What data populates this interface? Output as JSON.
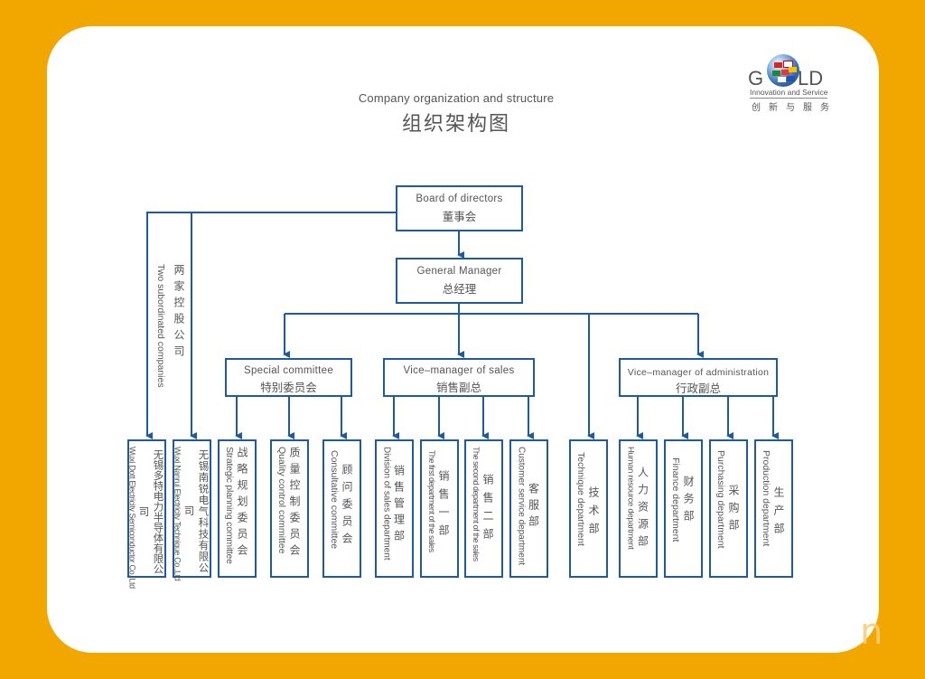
{
  "colors": {
    "background": "#f2a600",
    "card": "#ffffff",
    "line": "#1d5a9e",
    "text": "#555555"
  },
  "logo": {
    "left": "G",
    "right": "LD",
    "tagline_en": "Innovation and Service",
    "tagline_cn": "创新与服务"
  },
  "title": {
    "en": "Company organization and structure",
    "cn": "组织架构图"
  },
  "watermark": "n",
  "nodes": {
    "board": {
      "en": "Board of directors",
      "cn": "董事会"
    },
    "gm": {
      "en": "General Manager",
      "cn": "总经理"
    },
    "special": {
      "en": "Special committee",
      "cn": "特别委员会"
    },
    "vm_sales": {
      "en": "Vice–manager of sales",
      "cn": "销售副总"
    },
    "vm_admin": {
      "en": "Vice–manager of administration",
      "cn": "行政副总"
    }
  },
  "side_label": {
    "cn": "两家控股公司",
    "en": "Two subordinated companies"
  },
  "leaves": [
    {
      "cn": "无锡多特电力半导体有限公司",
      "en": "Wuxi Dott Electricity Semiconductor Co.,Ltd"
    },
    {
      "cn": "无锡南锐电气科技有限公司",
      "en": "Wuxi Nanrui Electricity Technique Co.,Ltd"
    },
    {
      "cn": "战略规划委员会",
      "en": "Strategic planning committee"
    },
    {
      "cn": "质量控制委员会",
      "en": "Quality control committee"
    },
    {
      "cn": "顾问委员会",
      "en": "Consultative committee"
    },
    {
      "cn": "销售管理部",
      "en": "Division of sales department"
    },
    {
      "cn": "销售一部",
      "en": "The first department of the sales"
    },
    {
      "cn": "销售二部",
      "en": "The second department of the sales"
    },
    {
      "cn": "客服部",
      "en": "Customer service department"
    },
    {
      "cn": "技术部",
      "en": "Technique department"
    },
    {
      "cn": "人力资源部",
      "en": "Human resource department"
    },
    {
      "cn": "财务部",
      "en": "Finance department"
    },
    {
      "cn": "采购部",
      "en": "Purchasing department"
    },
    {
      "cn": "生产部",
      "en": "Production department"
    }
  ]
}
